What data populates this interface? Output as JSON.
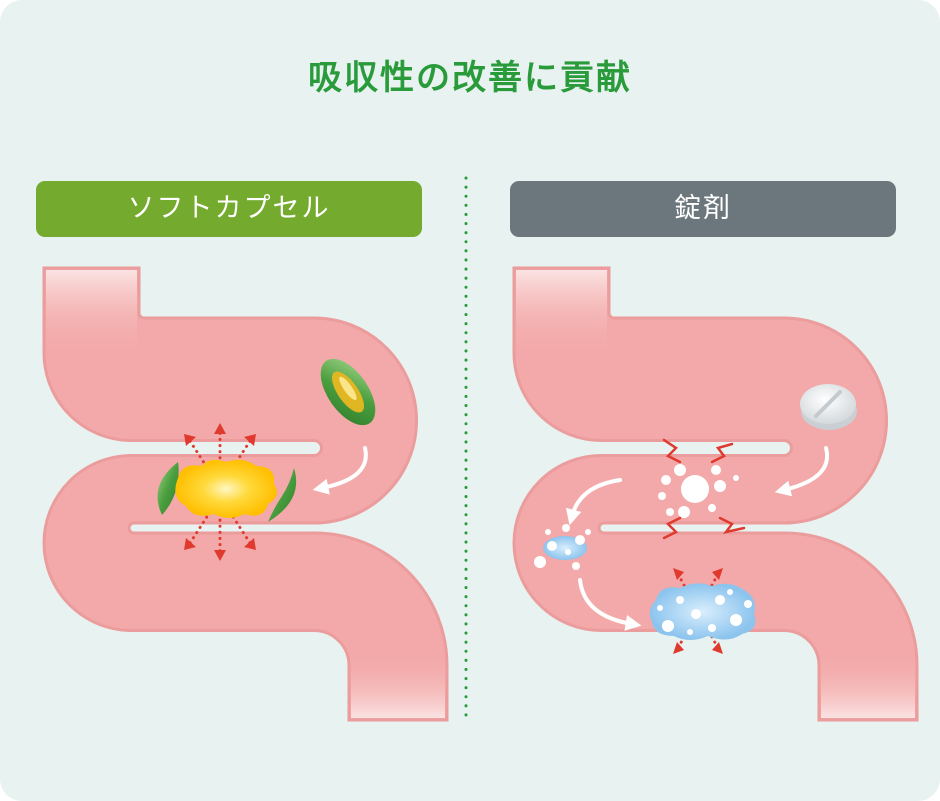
{
  "title": "吸収性の改善に貢献",
  "panels": {
    "soft_capsule": {
      "label": "ソフトカプセル"
    },
    "tablet": {
      "label": "錠剤"
    }
  },
  "colors": {
    "background": "#e8f2f0",
    "title": "#2a9b3b",
    "soft_capsule_label": "#74ab2e",
    "tablet_label": "#6b777d",
    "intestine_fill": "#f3a9a9",
    "intestine_edge": "#eba0a0",
    "arrow_red": "#e03a2e",
    "capsule_green": "#4a9e3e",
    "yellow_content": "#ffc61a",
    "blue_particles": "#9fcdf0",
    "divider": "#2a9b3b"
  },
  "icons": [
    "capsule-icon",
    "tablet-icon",
    "dissolving-particles-icon"
  ]
}
